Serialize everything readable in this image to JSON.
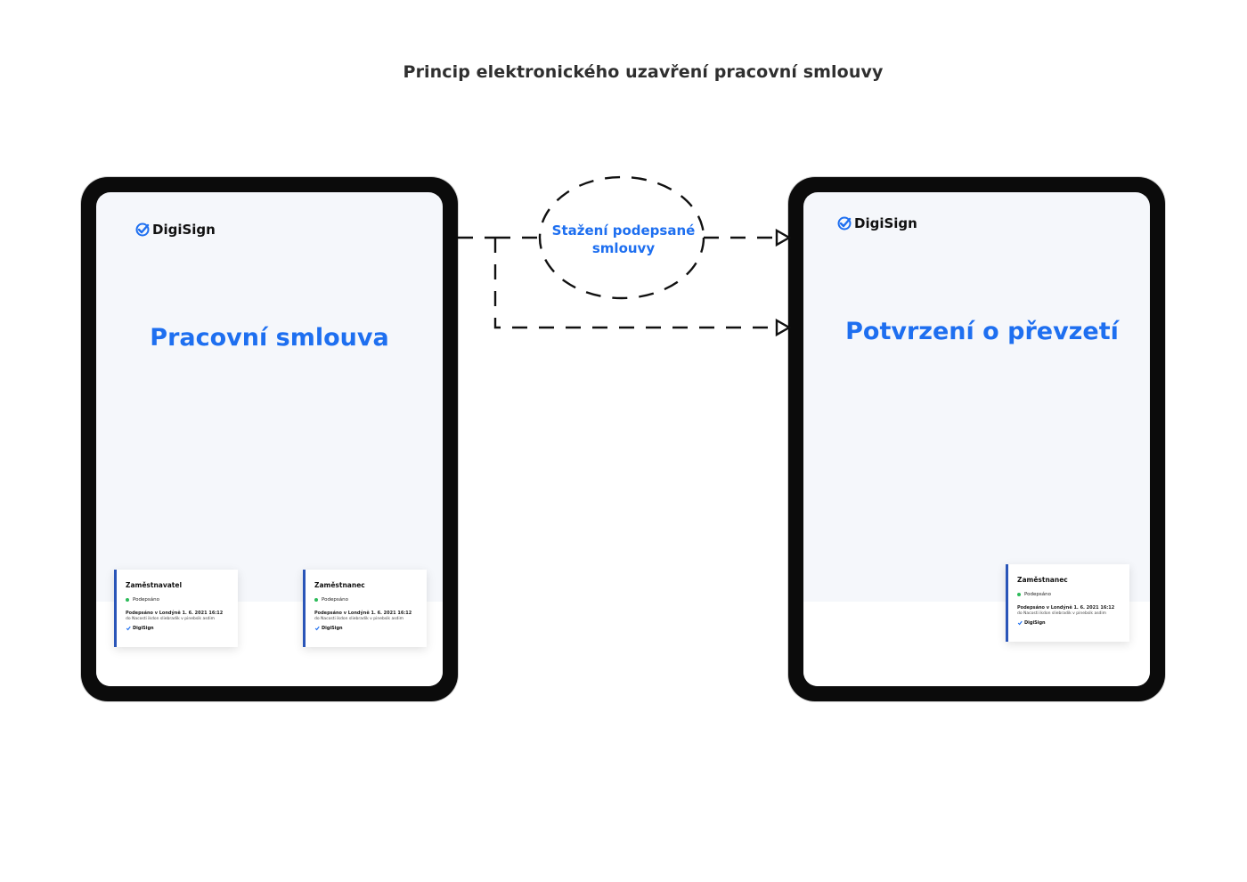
{
  "page_title": "Princip elektronického uzavření pracovní smlouvy",
  "colors": {
    "accent": "#1e6ff0",
    "card_border": "#2a55b8",
    "status_dot": "#2dbb5a"
  },
  "connector": {
    "label": "Stažení podepsané smlouvy",
    "line1": "Stažení podepsané",
    "line2": "smlouvy"
  },
  "left_tablet": {
    "logo": "DigiSign",
    "document_title": "Pracovní smlouva",
    "cards": [
      {
        "name": "Zaměstnavatel",
        "status": "Podepsáno",
        "line1": "Podepsáno v Londýně 1. 6. 2021 16:12",
        "line2": "do Nacosti ikdon sliebradik v pinebsik asdim",
        "logo": "DigiSign"
      },
      {
        "name": "Zaměstnanec",
        "status": "Podepsáno",
        "line1": "Podepsáno v Londýně 1. 6. 2021 16:12",
        "line2": "do Nacosti ikdon sliebradik v pinebsik asdim",
        "logo": "DigiSign"
      }
    ]
  },
  "right_tablet": {
    "logo": "DigiSign",
    "document_title": "Potvrzení o převzetí",
    "cards": [
      {
        "name": "Zaměstnanec",
        "status": "Podepsáno",
        "line1": "Podepsáno v Londýně 1. 6. 2021 16:12",
        "line2": "do Nacosti ikdon sliebradik v pinebsik asdim",
        "logo": "DigiSign"
      }
    ]
  }
}
